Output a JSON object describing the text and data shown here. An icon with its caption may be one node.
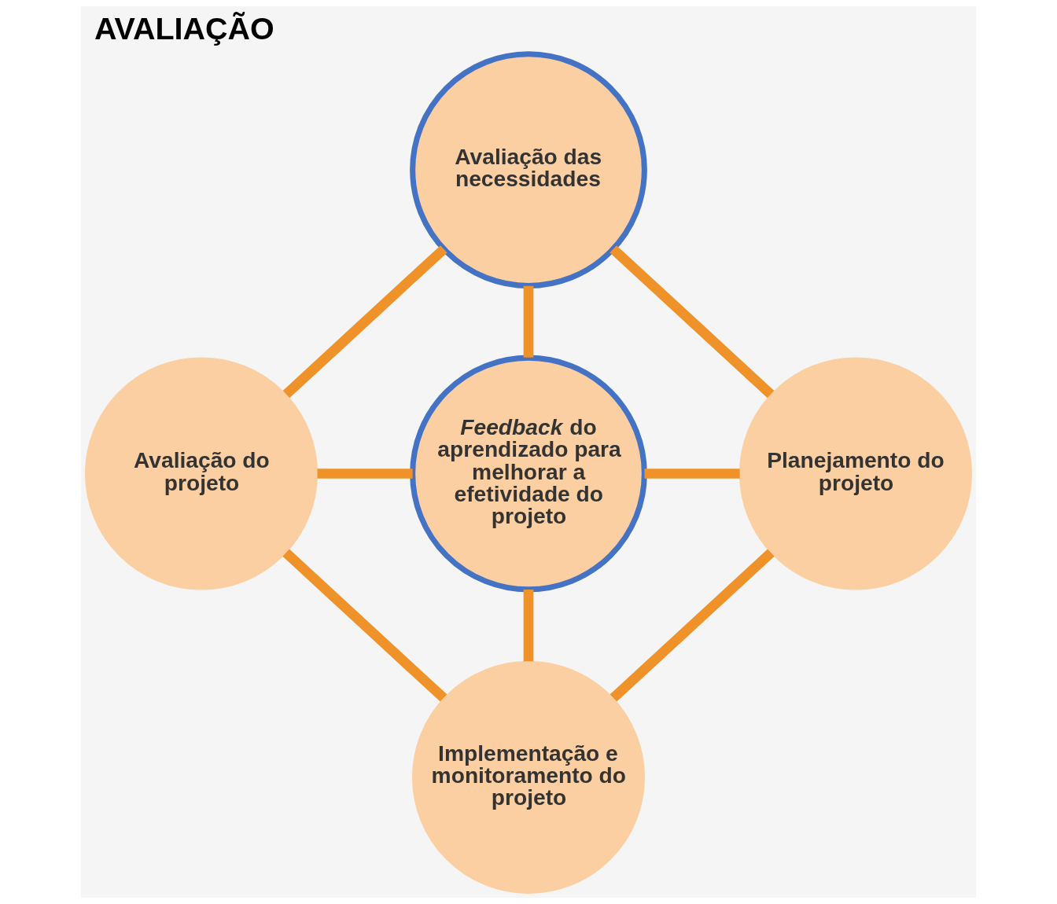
{
  "diagram": {
    "title": "AVALIAÇÃO",
    "nodes": [
      {
        "text": [
          "Avaliação das necessidades"
        ]
      },
      {
        "text": [
          "Avaliação do projeto"
        ]
      },
      {
        "text": [
          "*Feedback* do aprendizado para melhorar a efetividade do projeto"
        ]
      },
      {
        "text": [
          "Planejamento do projeto"
        ]
      },
      {
        "text": [
          "Implementação e monitoramento do projeto"
        ]
      }
    ],
    "edges": [
      {
        "from": 0,
        "to": 1,
        "arrow": "none"
      },
      {
        "from": 0,
        "to": 3,
        "arrow": "none"
      },
      {
        "from": 0,
        "to": 2,
        "arrow": "none"
      },
      {
        "from": 1,
        "to": 2,
        "arrow": "none"
      },
      {
        "from": 2,
        "to": 3,
        "arrow": "none"
      },
      {
        "from": 2,
        "to": 4,
        "arrow": "none"
      },
      {
        "from": 1,
        "to": 4,
        "arrow": "none"
      },
      {
        "from": 3,
        "to": 4,
        "arrow": "none"
      }
    ]
  }
}
